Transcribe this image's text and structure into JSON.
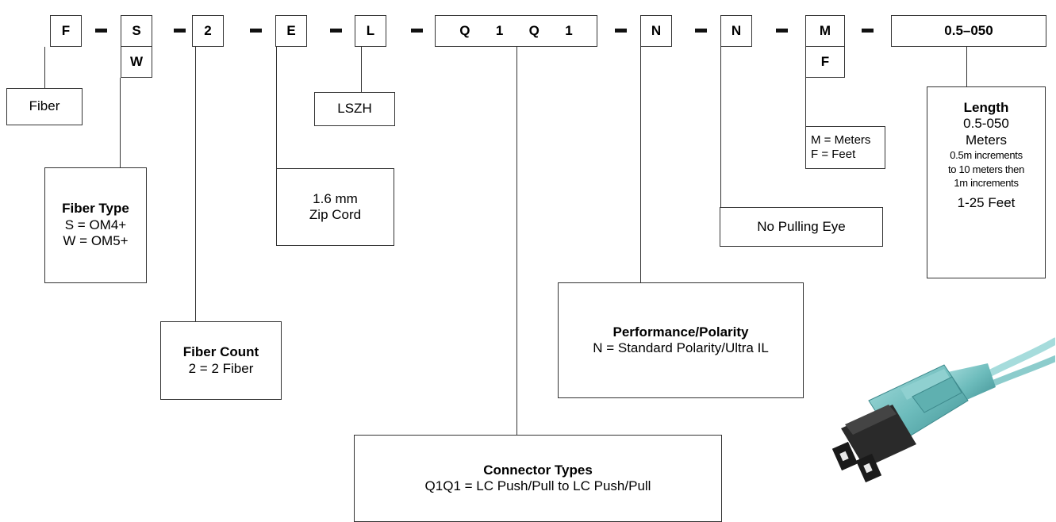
{
  "codes": {
    "c1": "F",
    "c2": "S",
    "c2_alt": "W",
    "c3": "2",
    "c4": "E",
    "c5": "L",
    "c6": [
      "Q",
      "1",
      "Q",
      "1"
    ],
    "c7": "N",
    "c8": "N",
    "c9": "M",
    "c9_alt": "F",
    "c10": "0.5–050"
  },
  "labels": {
    "fiber": "Fiber",
    "lszh": "LSZH",
    "fiber_type_title": "Fiber Type",
    "fiber_type_s": "S = OM4+",
    "fiber_type_w": "W = OM5+",
    "jacket_line1": "1.6 mm",
    "jacket_line2": "Zip Cord",
    "fiber_count_title": "Fiber Count",
    "fiber_count_value": "2 = 2 Fiber",
    "connector_title": "Connector Types",
    "connector_value": "Q1Q1 = LC Push/Pull to LC Push/Pull",
    "performance_title": "Performance/Polarity",
    "performance_value": "N = Standard Polarity/Ultra IL",
    "pulling_eye": "No Pulling Eye",
    "unit_m": "M = Meters",
    "unit_f": "F = Feet",
    "length_title": "Length",
    "length_range": "0.5-050",
    "length_unit": "Meters",
    "length_note1": "0.5m increments",
    "length_note2": "to 10 meters then",
    "length_note3": "1m increments",
    "length_feet": "1-25 Feet"
  },
  "colors": {
    "connector_body": "#7cc4c4",
    "connector_dark": "#222222"
  }
}
